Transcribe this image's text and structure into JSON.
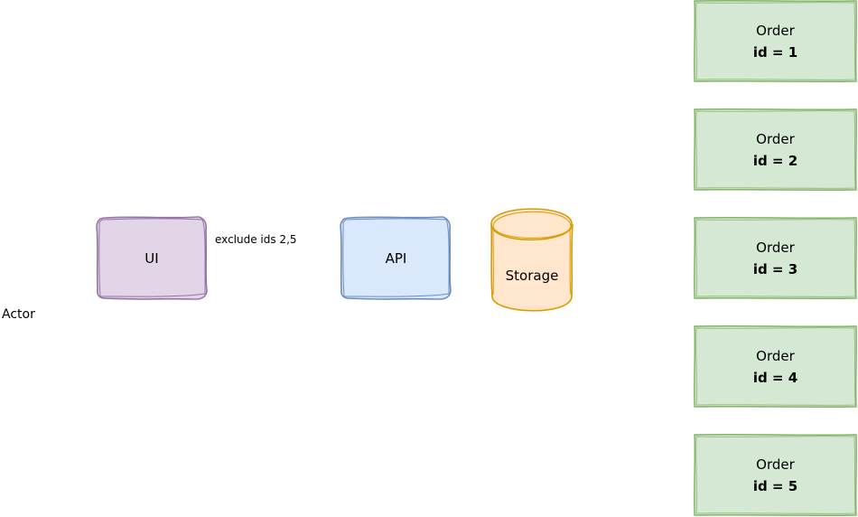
{
  "diagram": {
    "actor": {
      "label": "Actor"
    },
    "ui": {
      "label": "UI",
      "fill": "#e1d5e7",
      "stroke": "#9673a6"
    },
    "edge_label": "exclude ids 2,5",
    "api": {
      "label": "API",
      "fill": "#dae8fc",
      "stroke": "#6c8ebf"
    },
    "storage": {
      "label": "Storage",
      "fill": "#ffe6cc",
      "stroke": "#d79b00"
    },
    "orders": [
      {
        "title": "Order",
        "id_text": "id = 1"
      },
      {
        "title": "Order",
        "id_text": "id = 2"
      },
      {
        "title": "Order",
        "id_text": "id = 3"
      },
      {
        "title": "Order",
        "id_text": "id = 4"
      },
      {
        "title": "Order",
        "id_text": "id = 5"
      }
    ],
    "order_style": {
      "fill": "#d5e8d4",
      "stroke": "#82b366"
    }
  }
}
